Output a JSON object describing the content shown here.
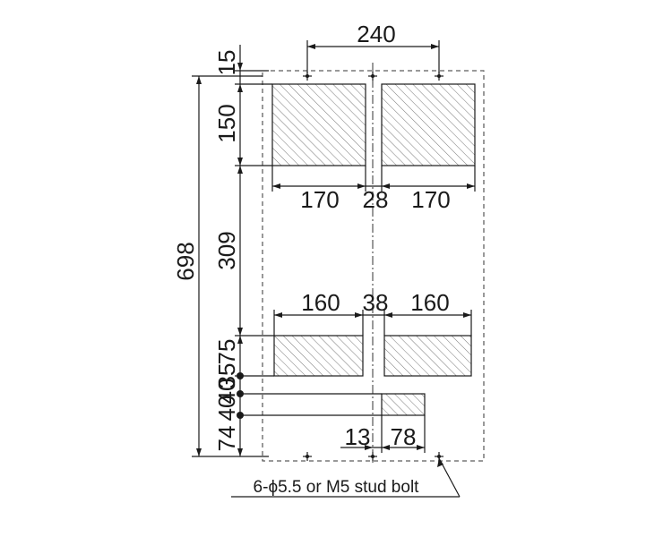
{
  "dimensions": {
    "top_bolt_spacing": "240",
    "top_margin": "15",
    "upper_cutout_height": "150",
    "upper_cutout_left_width": "170",
    "upper_gap": "28",
    "upper_cutout_right_width": "170",
    "overall_height": "698",
    "middle_gap_height": "309",
    "lower_cutout_left_width": "160",
    "lower_gap": "38",
    "lower_cutout_right_width": "160",
    "lower_cutout_height": "75",
    "small_step_35": "35",
    "small_step_40_a": "40",
    "small_step_40_b": "40",
    "bottom_offset": "74",
    "small_offset": "13",
    "small_cutout_width": "78"
  },
  "note": "6-ϕ5.5 or M5 stud bolt"
}
